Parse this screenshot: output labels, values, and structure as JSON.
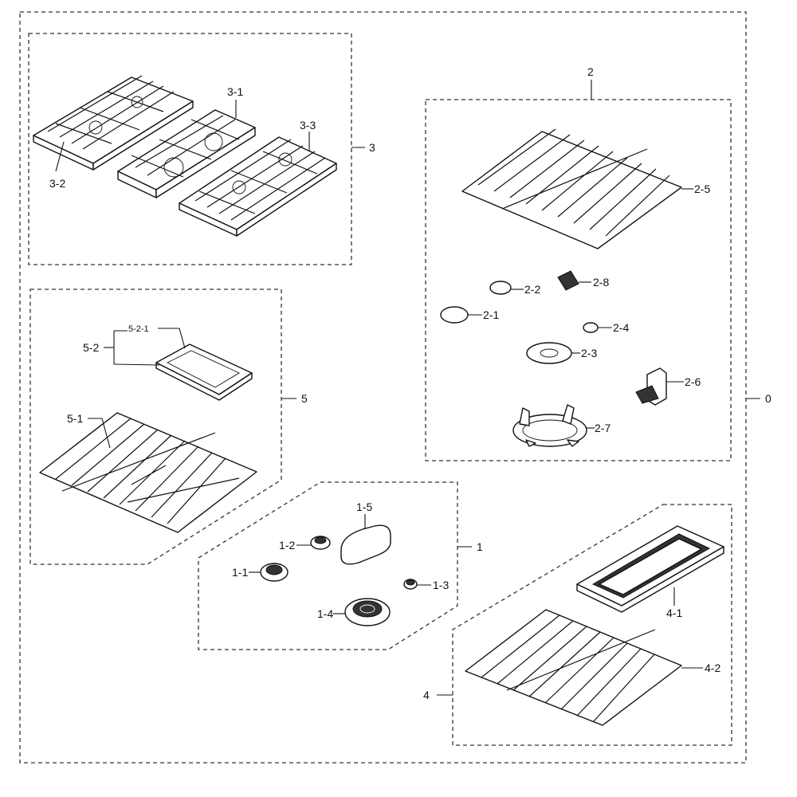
{
  "groups": {
    "g0": "0",
    "g1": "1",
    "g2": "2",
    "g3": "3",
    "g4": "4",
    "g5": "5"
  },
  "parts": {
    "p1_1": "1-1",
    "p1_2": "1-2",
    "p1_3": "1-3",
    "p1_4": "1-4",
    "p1_5": "1-5",
    "p2_1": "2-1",
    "p2_2": "2-2",
    "p2_3": "2-3",
    "p2_4": "2-4",
    "p2_5": "2-5",
    "p2_6": "2-6",
    "p2_7": "2-7",
    "p2_8": "2-8",
    "p3_1": "3-1",
    "p3_2": "3-2",
    "p3_3": "3-3",
    "p4_1": "4-1",
    "p4_2": "4-2",
    "p5_1": "5-1",
    "p5_2": "5-2",
    "p5_2_1": "5-2-1"
  }
}
